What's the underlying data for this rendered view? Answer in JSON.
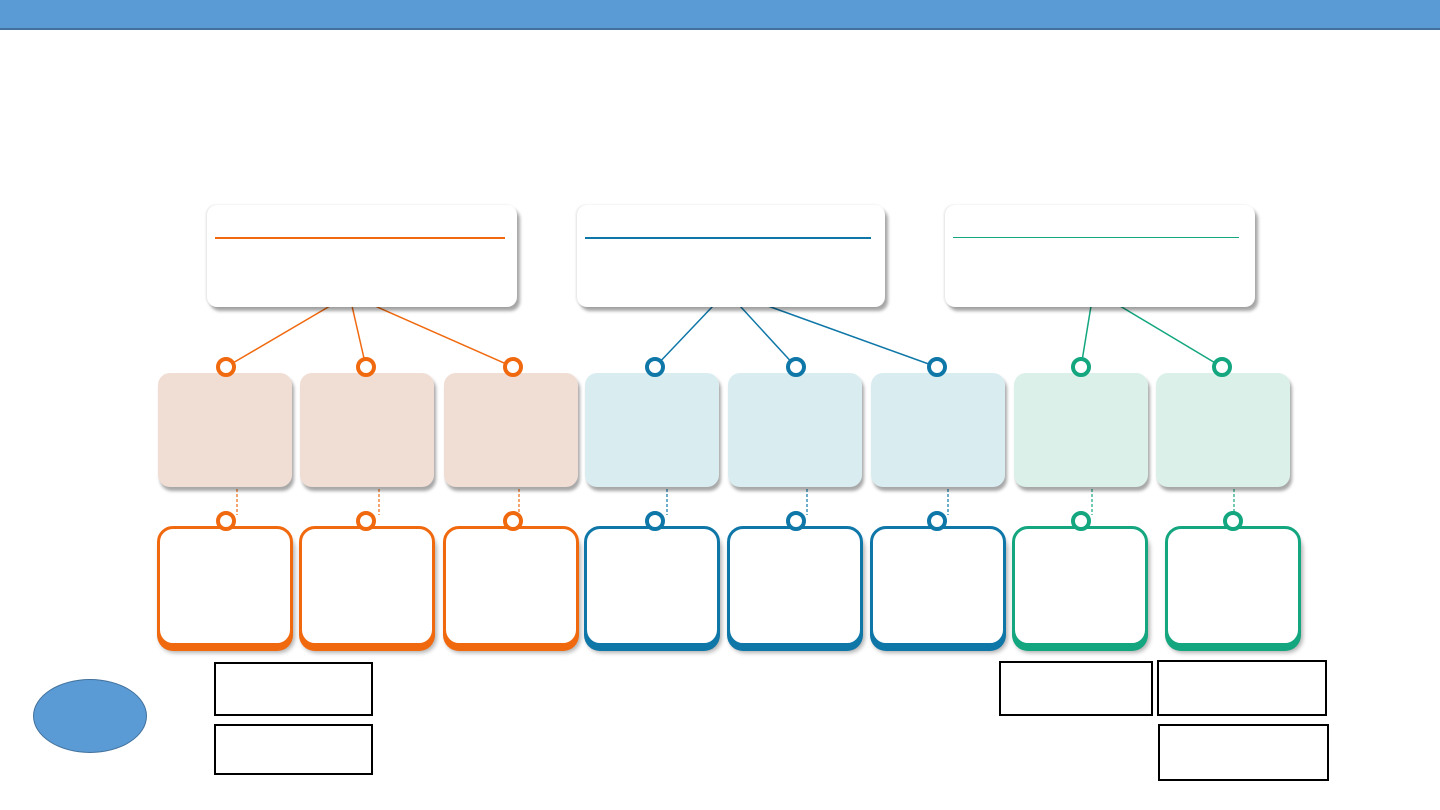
{
  "page": {
    "title": ""
  },
  "colors": {
    "orange": "#f0690f",
    "blue": "#0f77a8",
    "green": "#14a67f",
    "orange_tile": "#f0ddd3",
    "blue_tile": "#d9edf1",
    "green_tile": "#daf0e8",
    "header_bar": "#5b9bd5"
  },
  "groups": [
    {
      "id": "g1",
      "color": "orange",
      "label": ""
    },
    {
      "id": "g2",
      "color": "blue",
      "label": ""
    },
    {
      "id": "g3",
      "color": "green",
      "label": ""
    }
  ],
  "tiles": [
    {
      "group": "g1",
      "label": ""
    },
    {
      "group": "g1",
      "label": ""
    },
    {
      "group": "g1",
      "label": ""
    },
    {
      "group": "g2",
      "label": ""
    },
    {
      "group": "g2",
      "label": ""
    },
    {
      "group": "g2",
      "label": ""
    },
    {
      "group": "g3",
      "label": ""
    },
    {
      "group": "g3",
      "label": ""
    }
  ],
  "cards": [
    {
      "group": "g1",
      "label": ""
    },
    {
      "group": "g1",
      "label": ""
    },
    {
      "group": "g1",
      "label": ""
    },
    {
      "group": "g2",
      "label": ""
    },
    {
      "group": "g2",
      "label": ""
    },
    {
      "group": "g2",
      "label": ""
    },
    {
      "group": "g3",
      "label": ""
    },
    {
      "group": "g3",
      "label": ""
    }
  ],
  "notes": [
    {
      "label": ""
    },
    {
      "label": ""
    },
    {
      "label": ""
    },
    {
      "label": ""
    },
    {
      "label": ""
    }
  ],
  "oval": {
    "label": ""
  }
}
